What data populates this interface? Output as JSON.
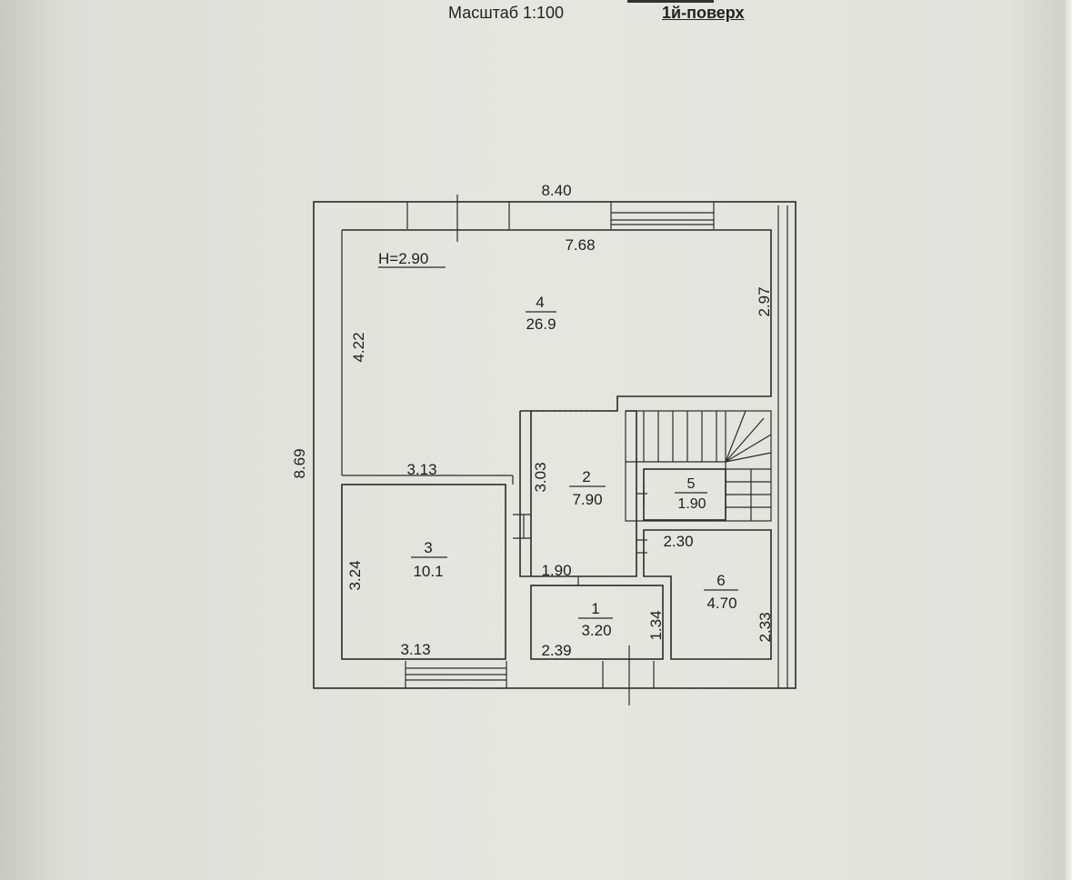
{
  "header": {
    "scale": "Масштаб  1:100",
    "floor": "1й-поверх"
  },
  "plan": {
    "outer_width": "8.40",
    "outer_height": "8.69",
    "ceiling_height": "H=2.90",
    "rooms": [
      {
        "number": "4",
        "area": "26.9"
      },
      {
        "number": "3",
        "area": "10.1"
      },
      {
        "number": "2",
        "area": "7.90"
      },
      {
        "number": "5",
        "area": "1.90"
      },
      {
        "number": "6",
        "area": "4.70"
      },
      {
        "number": "1",
        "area": "3.20"
      }
    ],
    "dimensions": {
      "d_768": "7.68",
      "d_297": "2.97",
      "d_422": "4.22",
      "d_313_top": "3.13",
      "d_303": "3.03",
      "d_324": "3.24",
      "d_313_bottom": "3.13",
      "d_190": "1.90",
      "d_230": "2.30",
      "d_134": "1.34",
      "d_239": "2.39",
      "d_233": "2.33"
    }
  }
}
